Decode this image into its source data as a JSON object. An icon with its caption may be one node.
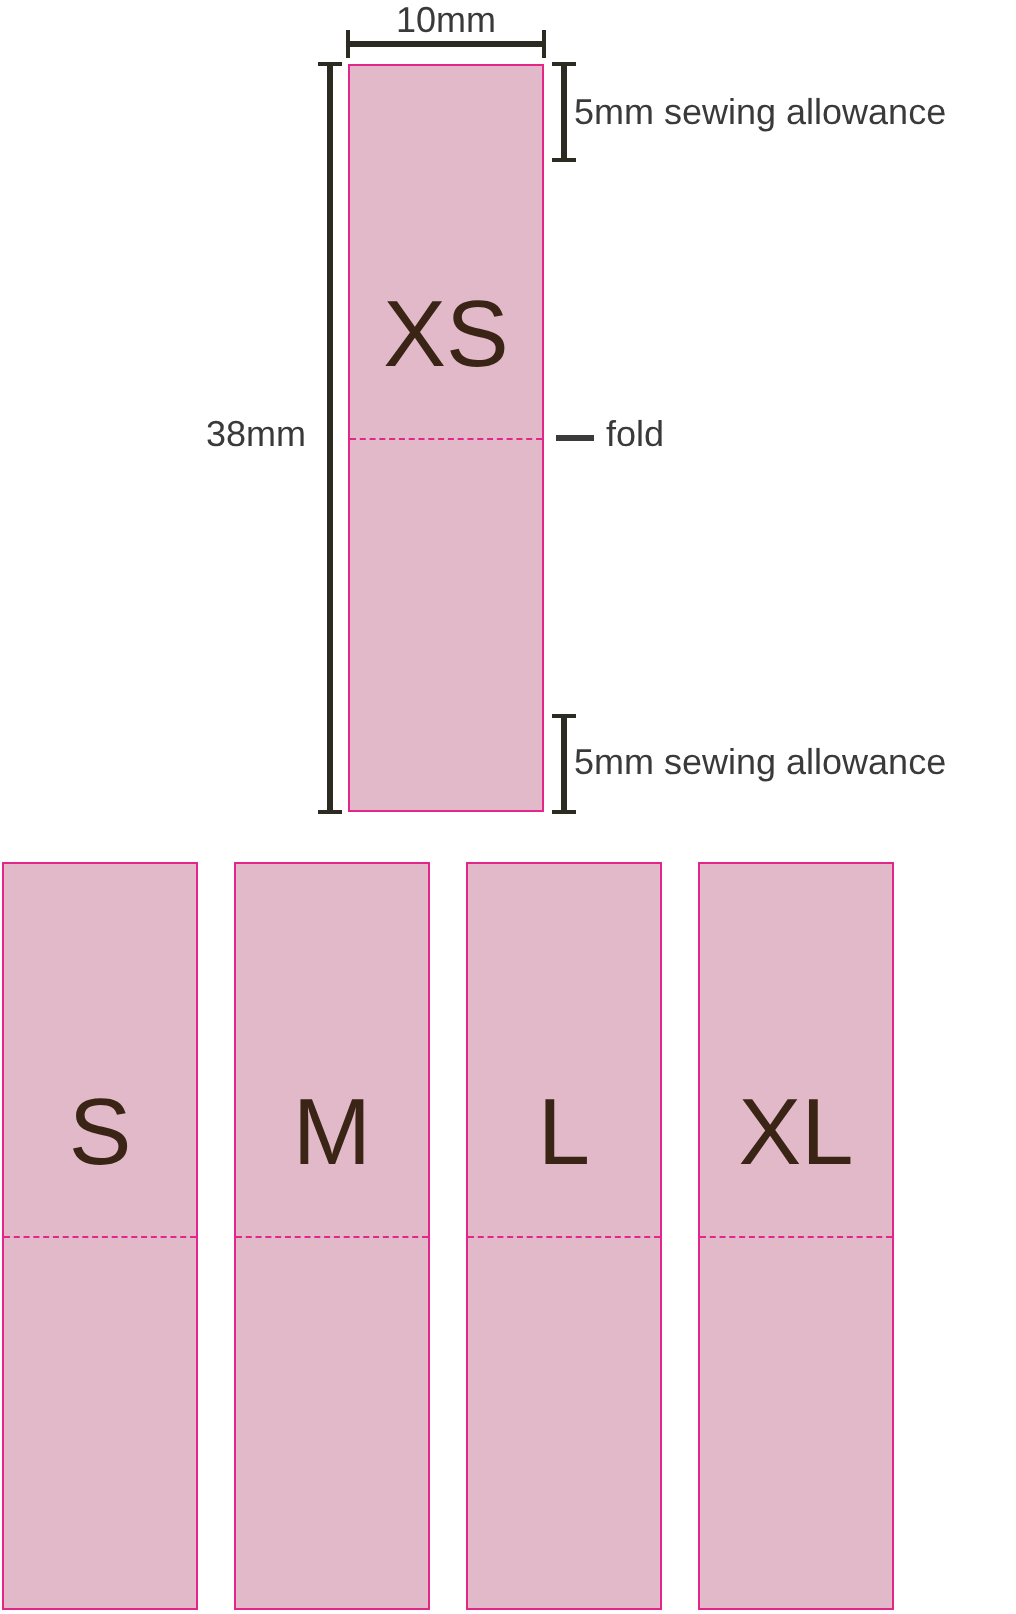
{
  "diagram": {
    "nodes": [
      {
        "text": [
          "XS"
        ]
      },
      {
        "text": [
          "S"
        ]
      },
      {
        "text": [
          "M"
        ]
      },
      {
        "text": [
          "L"
        ]
      },
      {
        "text": [
          "XL"
        ]
      }
    ],
    "labels": [
      "10mm",
      "5mm sewing allowance",
      "38mm",
      "fold",
      "5mm sewing allowance"
    ]
  }
}
